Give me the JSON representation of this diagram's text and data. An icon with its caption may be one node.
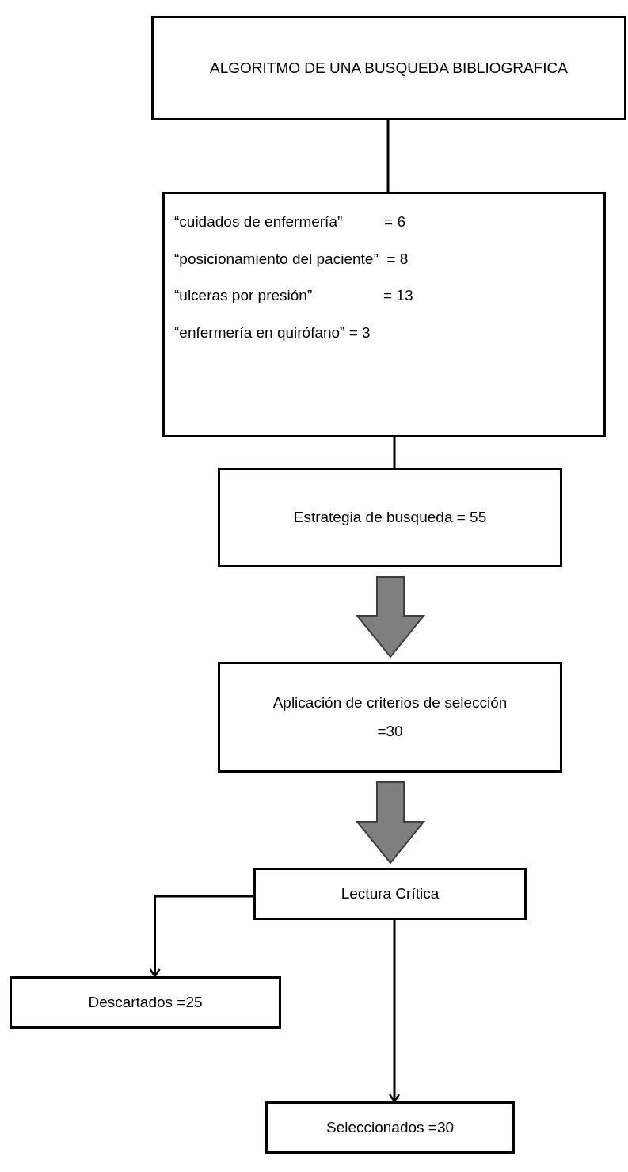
{
  "diagram": {
    "nodes": [
      {
        "text": [
          "ALGORITMO DE UNA BUSQUEDA BIBLIOGRAFICA"
        ]
      },
      {
        "text": [
          "“cuidados de enfermería”          = 6",
          "“posicionamiento del paciente”  = 8",
          "“ulceras por presión”                 = 13",
          "“enfermería en quirófano” = 3"
        ]
      },
      {
        "text": [
          "Estrategia de busqueda = 55"
        ]
      },
      {
        "text": [
          "Aplicación de criterios de selección =30"
        ]
      },
      {
        "text": [
          "Lectura Crítica"
        ]
      },
      {
        "text": [
          "Descartados =25"
        ]
      },
      {
        "text": [
          "Seleccionados =30"
        ]
      }
    ],
    "edges": [
      {
        "from": 0,
        "to": 1,
        "arrow": "none"
      },
      {
        "from": 1,
        "to": 2,
        "arrow": "none"
      },
      {
        "from": 2,
        "to": 3,
        "arrow": "to",
        "style": "thick",
        "color": "#7f7f7f"
      },
      {
        "from": 3,
        "to": 4,
        "arrow": "to",
        "style": "thick",
        "color": "#7f7f7f"
      },
      {
        "from": 4,
        "to": 5,
        "arrow": "to"
      },
      {
        "from": 4,
        "to": 6,
        "arrow": "to"
      }
    ]
  }
}
